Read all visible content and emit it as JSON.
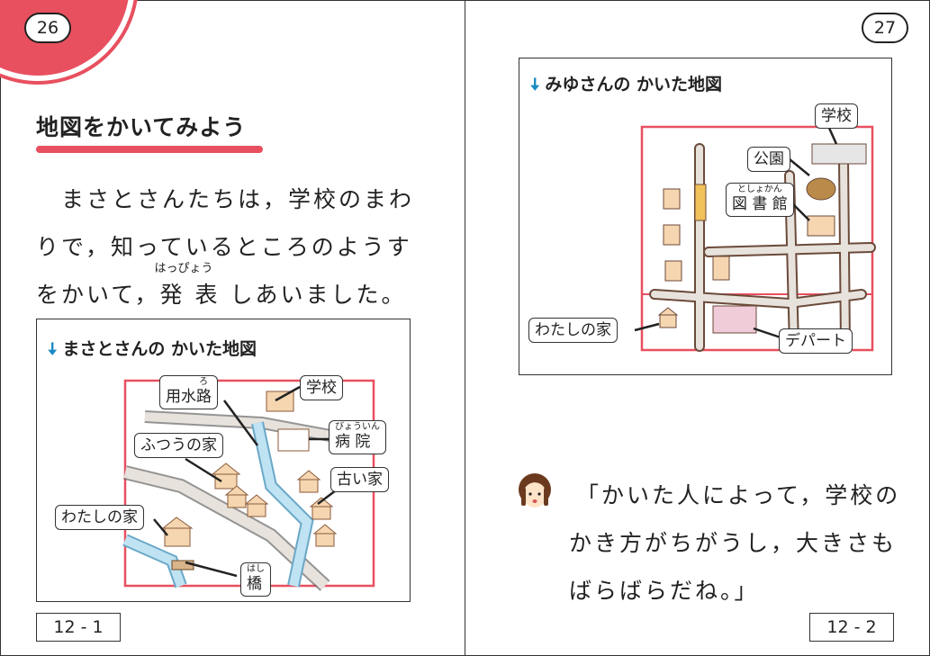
{
  "left_page": {
    "page_number": "26",
    "heading": "地図をかいてみよう",
    "body": {
      "line1": "まさとさんたちは，学校のまわ",
      "line2": "りで，知っているところのようす",
      "line3_pre": "をかいて，",
      "line3_word1": "発",
      "line3_word2": "表",
      "line3_ruby": "はっぴょう",
      "line3_post": "しあいました。"
    },
    "map": {
      "title": "まさとさんの かいた地図",
      "labels": {
        "yousuiro": "用水路",
        "yousuiro_ruby": "ろ",
        "gakkou": "学校",
        "byouin": "病 院",
        "byouin_ruby": "びょういん",
        "futsuu": "ふつうの家",
        "furui": "古い家",
        "watashi": "わたしの家",
        "hashi": "橋",
        "hashi_ruby": "はし"
      }
    },
    "footer": "12 - 1"
  },
  "right_page": {
    "page_number": "27",
    "map": {
      "title": "みゆさんの かいた地図",
      "labels": {
        "gakkou": "学校",
        "kouen": "公園",
        "toshokan": "図 書 館",
        "toshokan_ruby": "としょかん",
        "watashi": "わたしの家",
        "depaato": "デパート"
      }
    },
    "quote": {
      "line1": "「かいた人によって，学校の",
      "line2": "かき方がちがうし，大きさも",
      "line3": "ばらばらだね。」"
    },
    "footer": "12 - 2"
  },
  "colors": {
    "accent_red": "#e8505f",
    "arrow_blue": "#1a8ac4",
    "water_blue": "#bfe3f2"
  }
}
